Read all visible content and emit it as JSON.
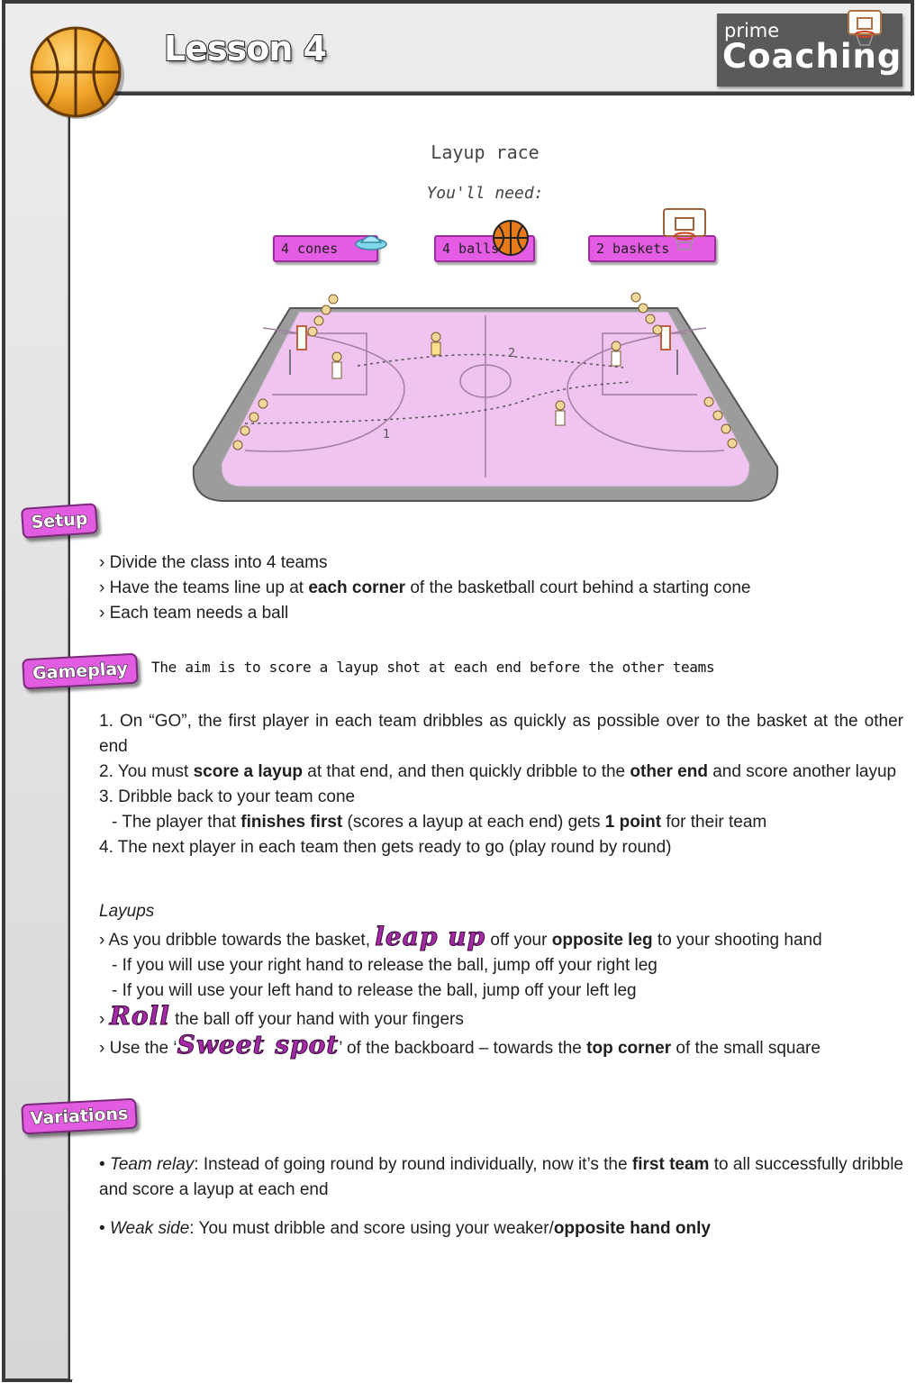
{
  "header": {
    "lesson_title": "Lesson 4",
    "logo_prime": "prime",
    "logo_coaching": "Coaching"
  },
  "activity": {
    "title": "Layup race",
    "need_label": "You'll need:",
    "equipment": [
      {
        "label": "4 cones",
        "icon": "cone-icon"
      },
      {
        "label": "4 balls",
        "icon": "basketball-icon"
      },
      {
        "label": "2 baskets",
        "icon": "basketball-hoop-icon"
      }
    ],
    "court_markers": {
      "route_1": "1",
      "route_2": "2"
    }
  },
  "setup": {
    "tag": "Setup",
    "lines": [
      {
        "pre": "› Divide the class into 4 teams",
        "bold": "",
        "post": ""
      },
      {
        "pre": "› Have the teams line up at ",
        "bold": "each corner",
        "post": " of the basketball court behind a starting cone"
      },
      {
        "pre": "› Each team needs a ball",
        "bold": "",
        "post": ""
      }
    ]
  },
  "gameplay": {
    "tag": "Gameplay",
    "aim": "The aim is to score a layup shot at each end before the other teams",
    "step1": "1. On “GO”, the first player in each team dribbles as quickly as possible over to the basket at the other end",
    "step2": {
      "a": "2. You must ",
      "b": "score a layup",
      "c": " at that end, and then quickly dribble to the ",
      "d": "other end",
      "e": " and score another layup"
    },
    "step3": "3. Dribble back to your team cone",
    "step3_sub": {
      "a": "- The player that ",
      "b": "finishes first",
      "c": " (scores a layup at each end) gets ",
      "d": "1 point",
      "e": " for their team"
    },
    "step4": "4. The next player in each team then gets ready to go (play round by round)",
    "layups_heading": "Layups",
    "layup1": {
      "a": "› As you dribble towards the basket, ",
      "fancy": "leap up",
      "b": " off your ",
      "c": "opposite leg",
      "d": " to your shooting hand"
    },
    "layup1_sub1": "- If you will use your right hand to release the ball, jump off your right leg",
    "layup1_sub2": "- If you will use your left hand to release the ball, jump off your left leg",
    "layup2": {
      "a": "› ",
      "fancy": "Roll",
      "b": " the ball off your hand with your fingers"
    },
    "layup3": {
      "a": "› Use the ‘",
      "fancy": "Sweet spot",
      "b": "’ of the backboard – towards the ",
      "c": "top corner",
      "d": " of the small square"
    }
  },
  "variations": {
    "tag": "Variations",
    "v1": {
      "a": "• ",
      "italic": "Team relay",
      "b": ": Instead of going round by round individually, now it’s the ",
      "c": "first team",
      "d": " to all successfully dribble and score a layup at each end"
    },
    "v2": {
      "a": "• ",
      "italic": "Weak side",
      "b": ": You must dribble and score using your weaker/",
      "c": "opposite hand only"
    }
  },
  "colors": {
    "accent": "#e15ce1",
    "court": "#f0c4f0",
    "frame": "#3a3a3a"
  }
}
